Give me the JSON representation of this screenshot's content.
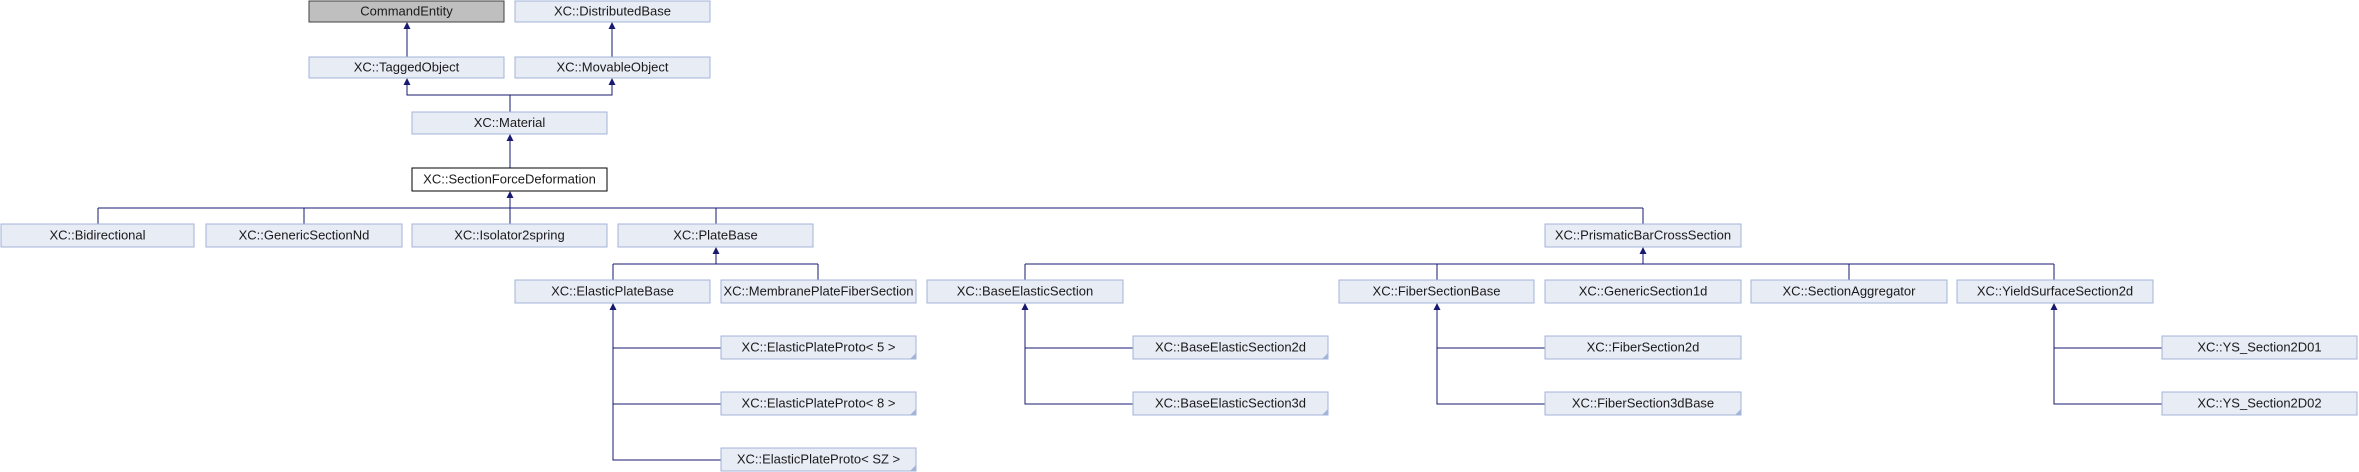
{
  "diagram": {
    "nodes": {
      "command_entity": "CommandEntity",
      "distributed_base": "XC::DistributedBase",
      "tagged_object": "XC::TaggedObject",
      "movable_object": "XC::MovableObject",
      "material": "XC::Material",
      "section_force_deformation": "XC::SectionForceDeformation",
      "bidirectional": "XC::Bidirectional",
      "generic_section_nd": "XC::GenericSectionNd",
      "isolator2spring": "XC::Isolator2spring",
      "plate_base": "XC::PlateBase",
      "prismatic_bar_cross_section": "XC::PrismaticBarCrossSection",
      "elastic_plate_base": "XC::ElasticPlateBase",
      "membrane_plate_fiber_section": "XC::MembranePlateFiberSection",
      "base_elastic_section": "XC::BaseElasticSection",
      "fiber_section_base": "XC::FiberSectionBase",
      "generic_section_1d": "XC::GenericSection1d",
      "section_aggregator": "XC::SectionAggregator",
      "yield_surface_section_2d": "XC::YieldSurfaceSection2d",
      "elastic_plate_proto_5": "XC::ElasticPlateProto< 5 >",
      "elastic_plate_proto_8": "XC::ElasticPlateProto< 8 >",
      "elastic_plate_proto_sz": "XC::ElasticPlateProto< SZ >",
      "base_elastic_section_2d": "XC::BaseElasticSection2d",
      "base_elastic_section_3d": "XC::BaseElasticSection3d",
      "fiber_section_2d": "XC::FiberSection2d",
      "fiber_section_3d_base": "XC::FiberSection3dBase",
      "ys_section_2d01": "XC::YS_Section2D01",
      "ys_section_2d02": "XC::YS_Section2D02"
    },
    "colors": {
      "node_fill": "#e8ecf5",
      "node_border": "#a2b4d8",
      "edge": "#191970",
      "base_fill": "#bfbfbf",
      "current_border": "#000000"
    }
  }
}
